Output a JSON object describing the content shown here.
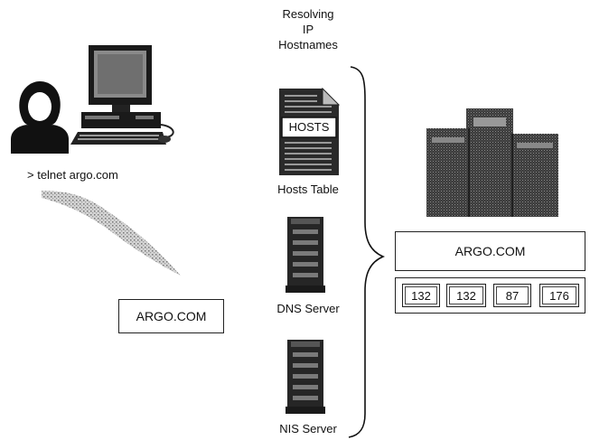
{
  "client": {
    "command": "> telnet argo.com",
    "query_box": "ARGO.COM"
  },
  "resolvers": {
    "heading_lines": [
      "Resolving",
      "IP",
      "Hostnames"
    ],
    "hosts_file_label": "HOSTS",
    "items": [
      {
        "name": "Hosts Table",
        "icon": "hosts-file-icon"
      },
      {
        "name": "DNS Server",
        "icon": "server-tower-icon"
      },
      {
        "name": "NIS Server",
        "icon": "server-tower-icon"
      }
    ]
  },
  "target": {
    "name": "ARGO.COM",
    "ip_octets": [
      "132",
      "132",
      "87",
      "176"
    ],
    "icon": "server-cluster-icon"
  }
}
